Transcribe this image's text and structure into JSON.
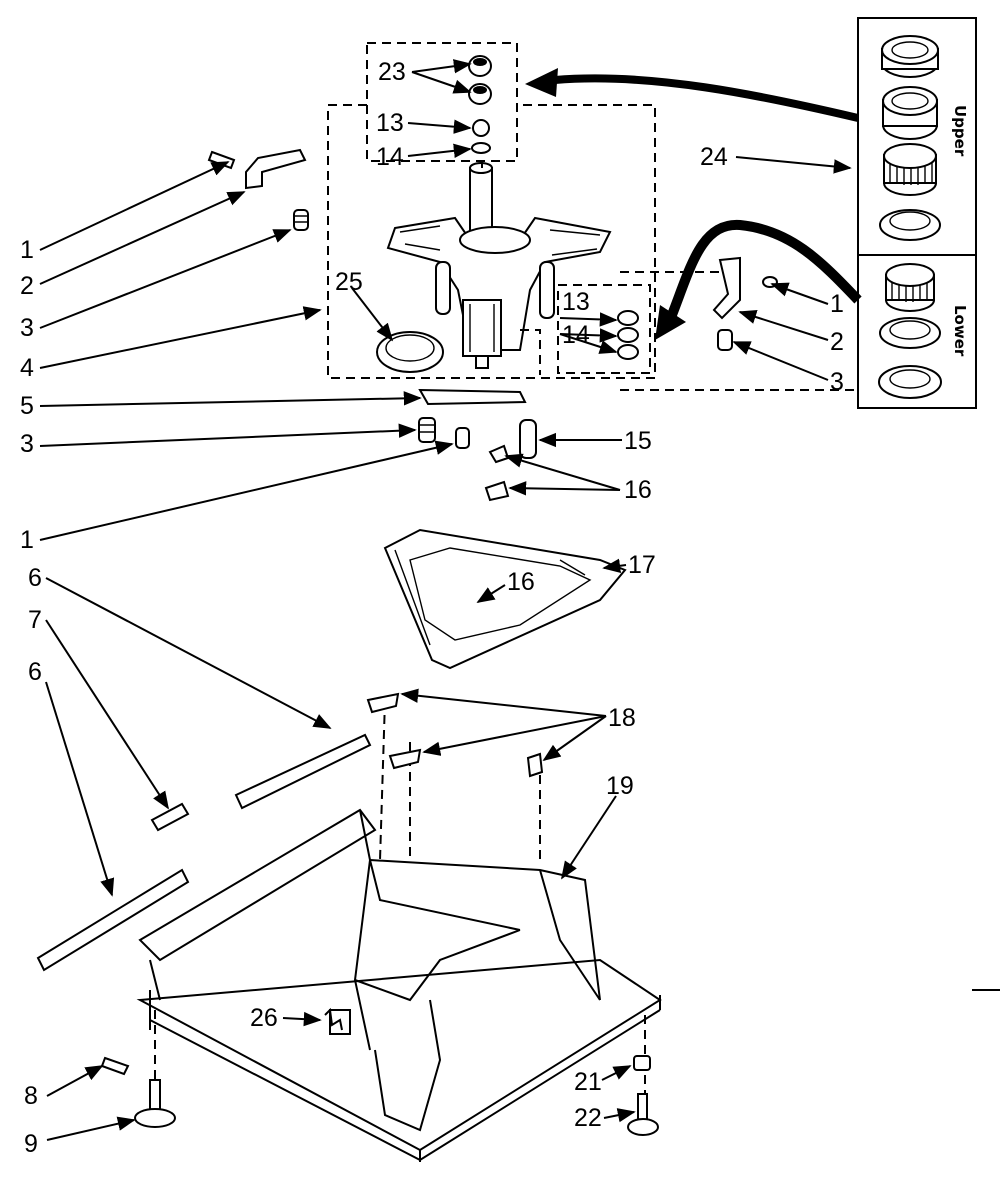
{
  "colors": {
    "ink": "#000000",
    "paper": "#ffffff"
  },
  "inset": {
    "upper_label": "Upper",
    "lower_label": "Lower"
  },
  "callouts": [
    {
      "id": "c23",
      "text": "23"
    },
    {
      "id": "c13a",
      "text": "13"
    },
    {
      "id": "c14a",
      "text": "14"
    },
    {
      "id": "c24",
      "text": "24"
    },
    {
      "id": "c1a",
      "text": "1"
    },
    {
      "id": "c2a",
      "text": "2"
    },
    {
      "id": "c3a",
      "text": "3"
    },
    {
      "id": "c25",
      "text": "25"
    },
    {
      "id": "c4",
      "text": "4"
    },
    {
      "id": "c13b",
      "text": "13"
    },
    {
      "id": "c14b",
      "text": "14"
    },
    {
      "id": "c1b",
      "text": "1"
    },
    {
      "id": "c2b",
      "text": "2"
    },
    {
      "id": "c3b",
      "text": "3"
    },
    {
      "id": "c5",
      "text": "5"
    },
    {
      "id": "c3c",
      "text": "3"
    },
    {
      "id": "c15",
      "text": "15"
    },
    {
      "id": "c1c",
      "text": "1"
    },
    {
      "id": "c16a",
      "text": "16"
    },
    {
      "id": "c17",
      "text": "17"
    },
    {
      "id": "c16b",
      "text": "16"
    },
    {
      "id": "c6a",
      "text": "6"
    },
    {
      "id": "c7",
      "text": "7"
    },
    {
      "id": "c6b",
      "text": "6"
    },
    {
      "id": "c18",
      "text": "18"
    },
    {
      "id": "c19",
      "text": "19"
    },
    {
      "id": "c26",
      "text": "26"
    },
    {
      "id": "c8",
      "text": "8"
    },
    {
      "id": "c21",
      "text": "21"
    },
    {
      "id": "c9",
      "text": "9"
    },
    {
      "id": "c22",
      "text": "22"
    }
  ]
}
